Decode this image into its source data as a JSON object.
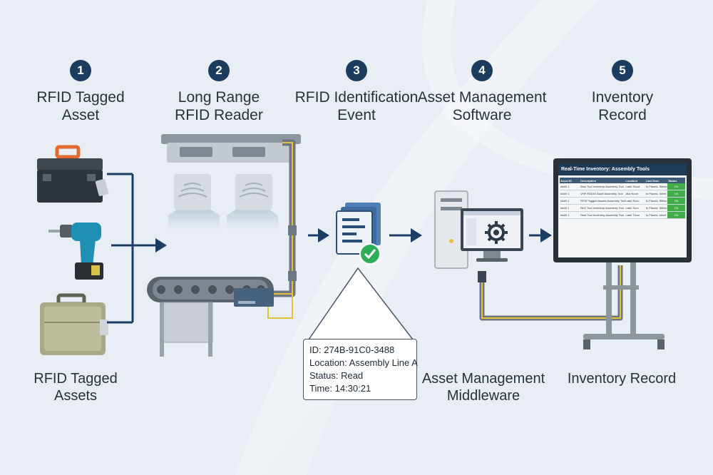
{
  "steps": [
    {
      "number": "1",
      "line1": "RFID Tagged",
      "line2": "Asset"
    },
    {
      "number": "2",
      "line1": "Long Range",
      "line2": "RFID Reader"
    },
    {
      "number": "3",
      "line1": "RFID Identification",
      "line2": "Event"
    },
    {
      "number": "4",
      "line1": "Asset Management",
      "line2": "Software"
    },
    {
      "number": "5",
      "line1": "Inventory",
      "line2": "Record"
    }
  ],
  "bottom_labels": {
    "assets": {
      "line1": "RFID Tagged",
      "line2": "Assets"
    },
    "middleware": {
      "line1": "Asset Management",
      "line2": "Middleware"
    },
    "inventory": {
      "line1": "Inventory Record"
    }
  },
  "event": {
    "id": "ID: 274B-91C0-3488",
    "location": "Location: Assembly Line A",
    "status": "Status: Read",
    "time": "Time: 14:30:21"
  },
  "monitor": {
    "title": "Real-Time Inventory: Assembly Tools",
    "columns": [
      "Asset ID",
      "Description",
      "Location",
      "Last Seen",
      "Status"
    ],
    "rows": [
      [
        "#### 1",
        "Blue Tool Inventory  Assembly Tool",
        "Lat#/ Stock",
        "In Placed,  Stiline",
        "OK"
      ],
      [
        "#### 1",
        "VHF RADIO Asset  Assembly Tool",
        "Aka Noon",
        "In Placed,  lcibet",
        "OK"
      ],
      [
        "#### 1",
        "RFID Tagged Assets  Assembly Tool",
        "Lat#/ Sccu",
        "In Placed,  Stiline",
        "OK"
      ],
      [
        "#### 1",
        "RLD Tool Inventory  Assembly Tool",
        "Lat#/ Scrn",
        "In Placed,  Stiline",
        "OK"
      ],
      [
        "#### 1",
        "Real Tool Inventory  Assembly Tool",
        "Lat#/ Ticon",
        "In Placed,  lcibet",
        "OK"
      ]
    ]
  },
  "colors": {
    "background": "#e9eef4",
    "badge": "#1b3b5f",
    "arrow": "#1c3d63",
    "cable": "#e2c23b",
    "status_ok": "#3fae49"
  },
  "icons": [
    "toolbox-icon",
    "drill-icon",
    "case-icon",
    "reader-icon",
    "conveyor-icon",
    "document-check-icon",
    "computer-icon",
    "gear-icon",
    "monitor-stand-icon"
  ]
}
